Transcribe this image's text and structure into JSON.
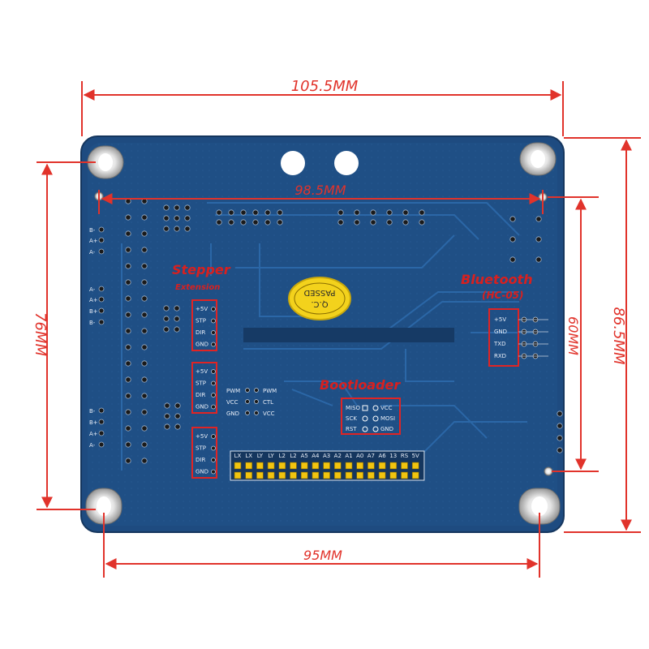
{
  "dimensions": {
    "top_width": "105.5MM",
    "inner_width": "98.5MM",
    "bottom_width": "95MM",
    "left_height": "76MM",
    "right_height": "86.5MM",
    "right_inner_height": "60MM"
  },
  "callouts": {
    "stepper_title": "Stepper",
    "stepper_subtitle": "Extension",
    "bluetooth_title": "Bluetooth",
    "bluetooth_subtitle": "(HC-05)",
    "bootloader_title": "Bootloader"
  },
  "board": {
    "qc_stamp_line1": "Q.C.",
    "qc_stamp_line2": "PASSED",
    "stepper_pins_1": [
      "+5V",
      "STP",
      "DIR",
      "GND"
    ],
    "stepper_pins_2": [
      "+5V",
      "STP",
      "DIR",
      "GND"
    ],
    "stepper_pins_3": [
      "+5V",
      "STP",
      "DIR",
      "GND"
    ],
    "bluetooth_pins": [
      "+5V",
      "GND",
      "TXD",
      "RXD"
    ],
    "bootloader_left": [
      "MISO",
      "SCK",
      "RST"
    ],
    "bootloader_right": [
      "VCC",
      "MOSI",
      "GND"
    ],
    "mid_left_labels": [
      "PWM",
      "VCC",
      "GND"
    ],
    "mid_right_labels": [
      "PWM",
      "CTL",
      "VCC"
    ],
    "header_labels": [
      "LX",
      "LX",
      "LY",
      "LY",
      "L2",
      "L2",
      "A5",
      "A4",
      "A3",
      "A2",
      "A1",
      "A0",
      "A7",
      "A6",
      "13",
      "RS",
      "5V"
    ],
    "left_edge_labels": [
      "B-",
      "A+",
      "A-",
      "A-",
      "A+",
      "B+",
      "B-",
      "B-",
      "B+",
      "A+",
      "A-"
    ]
  }
}
